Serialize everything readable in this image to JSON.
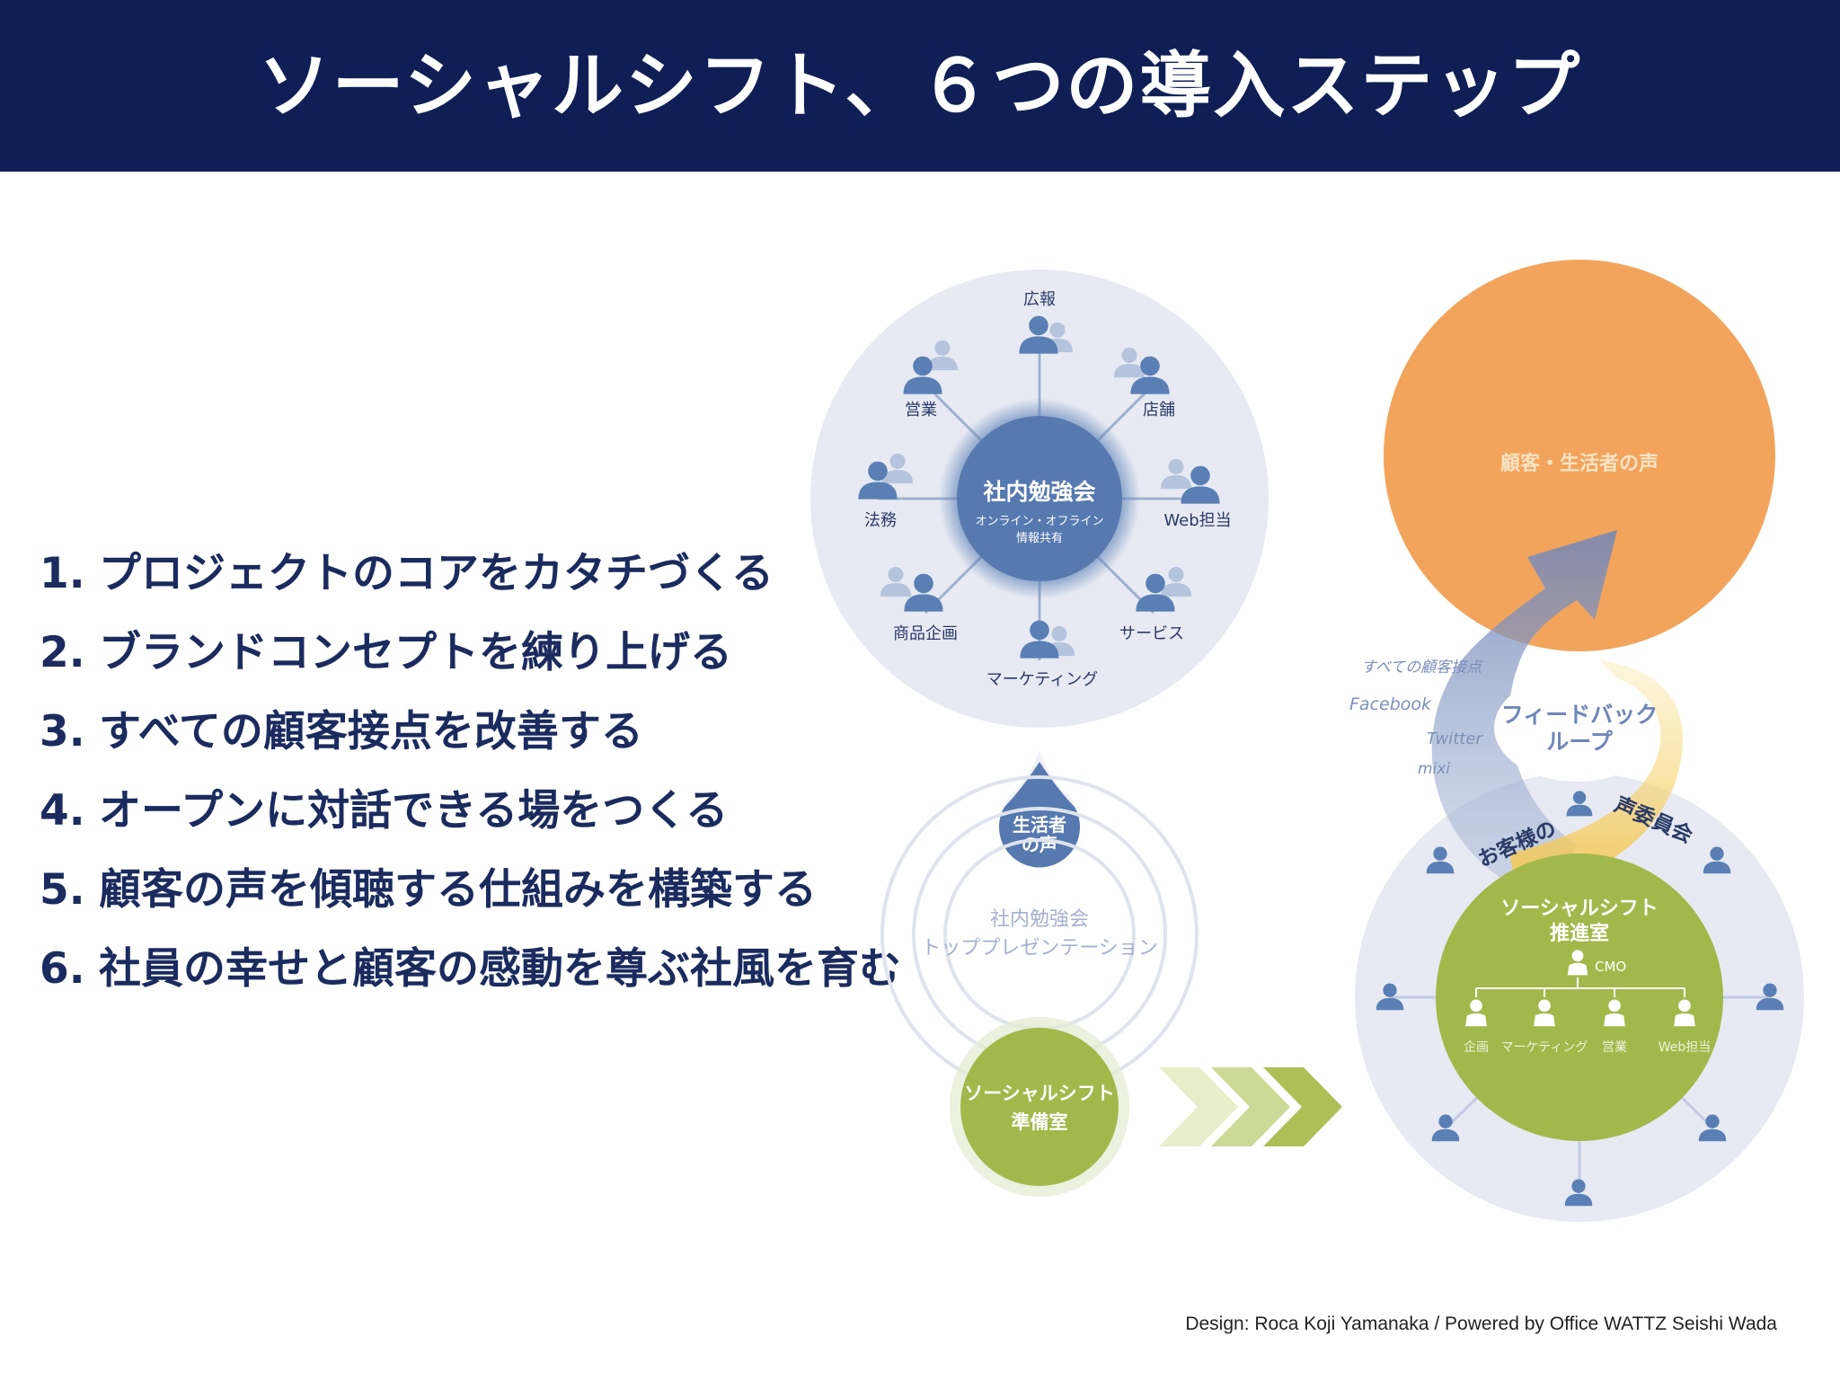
{
  "title": "ソーシャルシフト、６つの導入ステップ",
  "steps": [
    {
      "num": "1.",
      "text": "プロジェクトのコアをカタチづくる"
    },
    {
      "num": "2.",
      "text": "ブランドコンセプトを練り上げる"
    },
    {
      "num": "3.",
      "text": "すべての顧客接点を改善する"
    },
    {
      "num": "4.",
      "text": "オープンに対話できる場をつくる"
    },
    {
      "num": "5.",
      "text": "顧客の声を傾聴する仕組みを構築する"
    },
    {
      "num": "6.",
      "text": "社員の幸せと顧客の感動を尊ぶ社風を育む"
    }
  ],
  "diagram": {
    "study": {
      "title": "社内勉強会",
      "sub1": "オンライン・オフライン",
      "sub2": "情報共有",
      "departments": [
        "広報",
        "店舗",
        "Web担当",
        "サービス",
        "マーケティング",
        "商品企画",
        "法務",
        "営業"
      ]
    },
    "voice_drop": {
      "line1": "生活者",
      "line2": "の声"
    },
    "ripple": {
      "line1": "社内勉強会",
      "line2": "トッププレゼンテーション"
    },
    "prep_room": {
      "line1": "ソーシャルシフト",
      "line2": "準備室"
    },
    "customer_voice": "顧客・生活者の声",
    "channels": [
      "すべての顧客接点",
      "Facebook",
      "Twitter",
      "mixi"
    ],
    "feedback_loop": {
      "line1": "フィードバック",
      "line2": "ループ"
    },
    "committee": {
      "left": "お客様の",
      "right": "声委員会"
    },
    "promo_room": {
      "line1": "ソーシャルシフト",
      "line2": "推進室"
    },
    "cmo": "CMO",
    "teams": [
      "企画",
      "マーケティング",
      "営業",
      "Web担当"
    ]
  },
  "colors": {
    "header": "#0f1f55",
    "text_navy": "#1b2b5e",
    "person_blue": "#5a7fb5",
    "orange": "#f2a45c",
    "green": "#a4b94a",
    "pale_circle": "#e6e9f1"
  },
  "credit": "Design: Roca Koji Yamanaka / Powered by Office WATTZ Seishi Wada"
}
